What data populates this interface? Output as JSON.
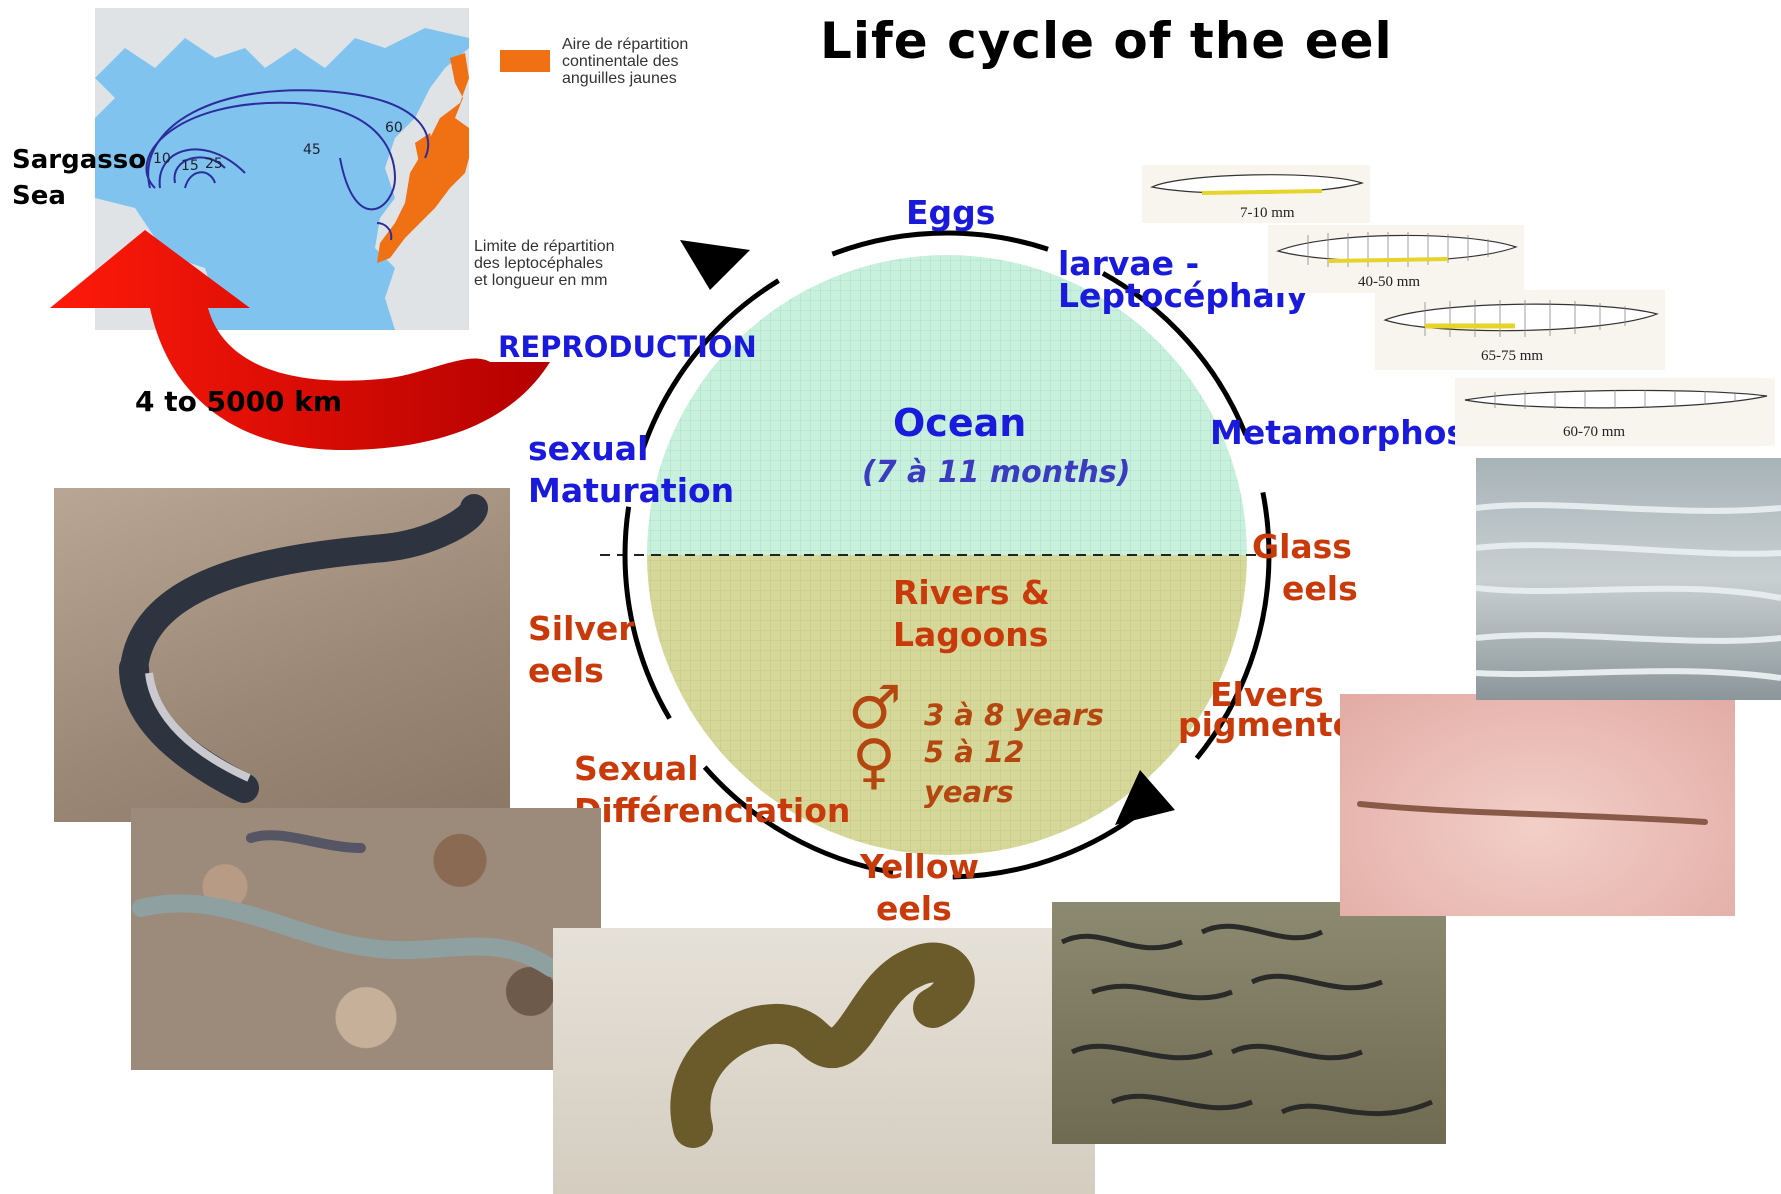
{
  "title": "Life cycle of the eel",
  "map": {
    "sea_label_1": "Sargasso",
    "sea_label_2": "Sea",
    "legend_continental_1": "Aire de répartition",
    "legend_continental_2": "continentale des",
    "legend_continental_3": "anguilles jaunes",
    "legend_limit_1": "Limite de répartition",
    "legend_limit_2": "des leptocéphales",
    "legend_limit_3": "et longueur en mm",
    "contours": [
      "10",
      "15",
      "25",
      "45",
      "60"
    ],
    "distance": "4 to 5000 km",
    "ocean_color": "#7fc3ee",
    "range_color": "#f07014"
  },
  "cycle": {
    "ocean_title": "Ocean",
    "ocean_duration": "(7 à 11 months)",
    "river_title_1": "Rivers &",
    "river_title_2": "Lagoons",
    "male_symbol": "♂",
    "female_symbol": "♀",
    "male_years": "3 à 8 years",
    "female_years_1": "5 à 12",
    "female_years_2": "years",
    "ocean_color": "#c7f0dd",
    "river_color": "#d6d89a"
  },
  "stages": {
    "eggs": "Eggs",
    "larvae_1": "larvae -",
    "larvae_2": "Leptocéphaly",
    "metamorphosis": "Metamorphos.",
    "glass_1": "Glass",
    "glass_2": "eels",
    "elvers_1": "Elvers",
    "elvers_2": "pigmented",
    "yellow_1": "Yellow",
    "yellow_2": "eels",
    "sexual_diff_1": "Sexual",
    "sexual_diff_2": "Différenciation",
    "silver_1": "Silver",
    "silver_2": "eels",
    "maturation_1": "sexual",
    "maturation_2": "Maturation",
    "reproduction": "REPRODUCTION"
  },
  "larvae_sizes": [
    "7-10 mm",
    "40-50 mm",
    "65-75 mm",
    "60-70 mm"
  ]
}
